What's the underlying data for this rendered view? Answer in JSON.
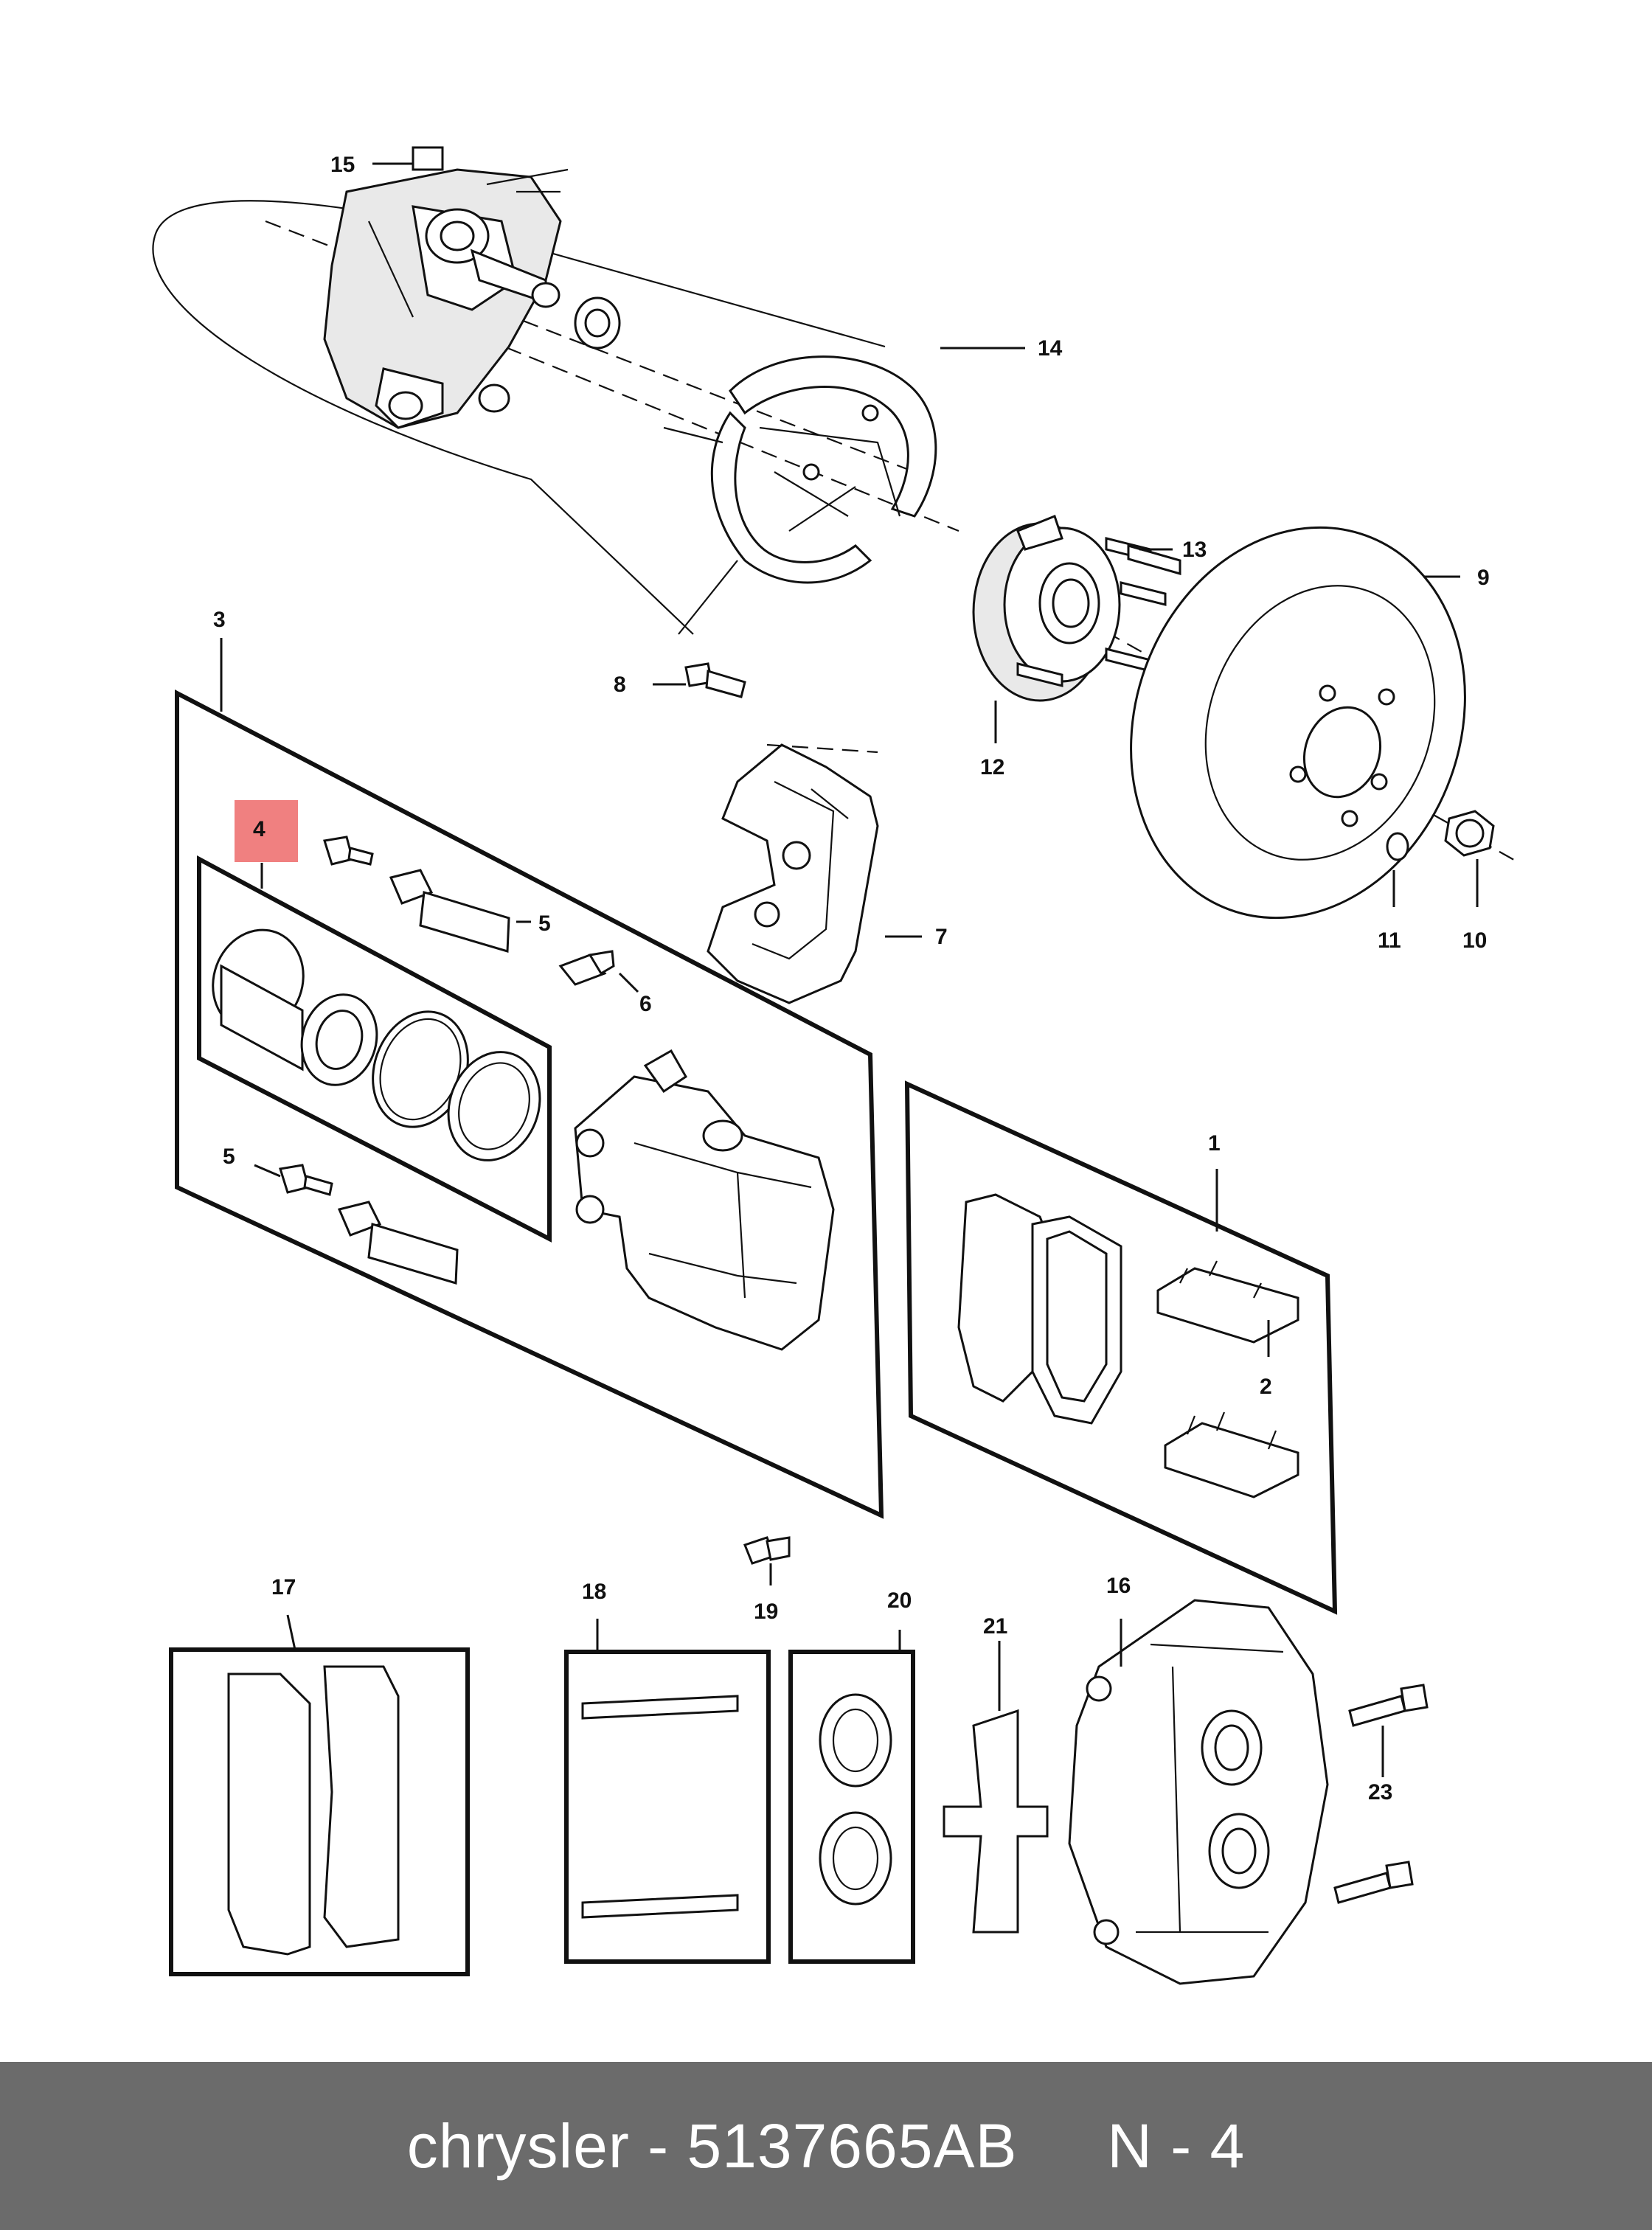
{
  "diagram": {
    "callouts": {
      "c1": "1",
      "c2": "2",
      "c3": "3",
      "c4": "4",
      "c5a": "5",
      "c5b": "5",
      "c6": "6",
      "c7": "7",
      "c8": "8",
      "c9": "9",
      "c10": "10",
      "c11": "11",
      "c12": "12",
      "c13": "13",
      "c14": "14",
      "c15": "15",
      "c16": "16",
      "c17": "17",
      "c18": "18",
      "c19": "19",
      "c20": "20",
      "c21": "21",
      "c23": "23"
    },
    "highlighted_callout": "4",
    "highlight_color": "#f08080"
  },
  "footer": {
    "text": "chrysler - 5137665AB     N - 4",
    "background": "#6b6b6b",
    "text_color": "#ffffff"
  }
}
